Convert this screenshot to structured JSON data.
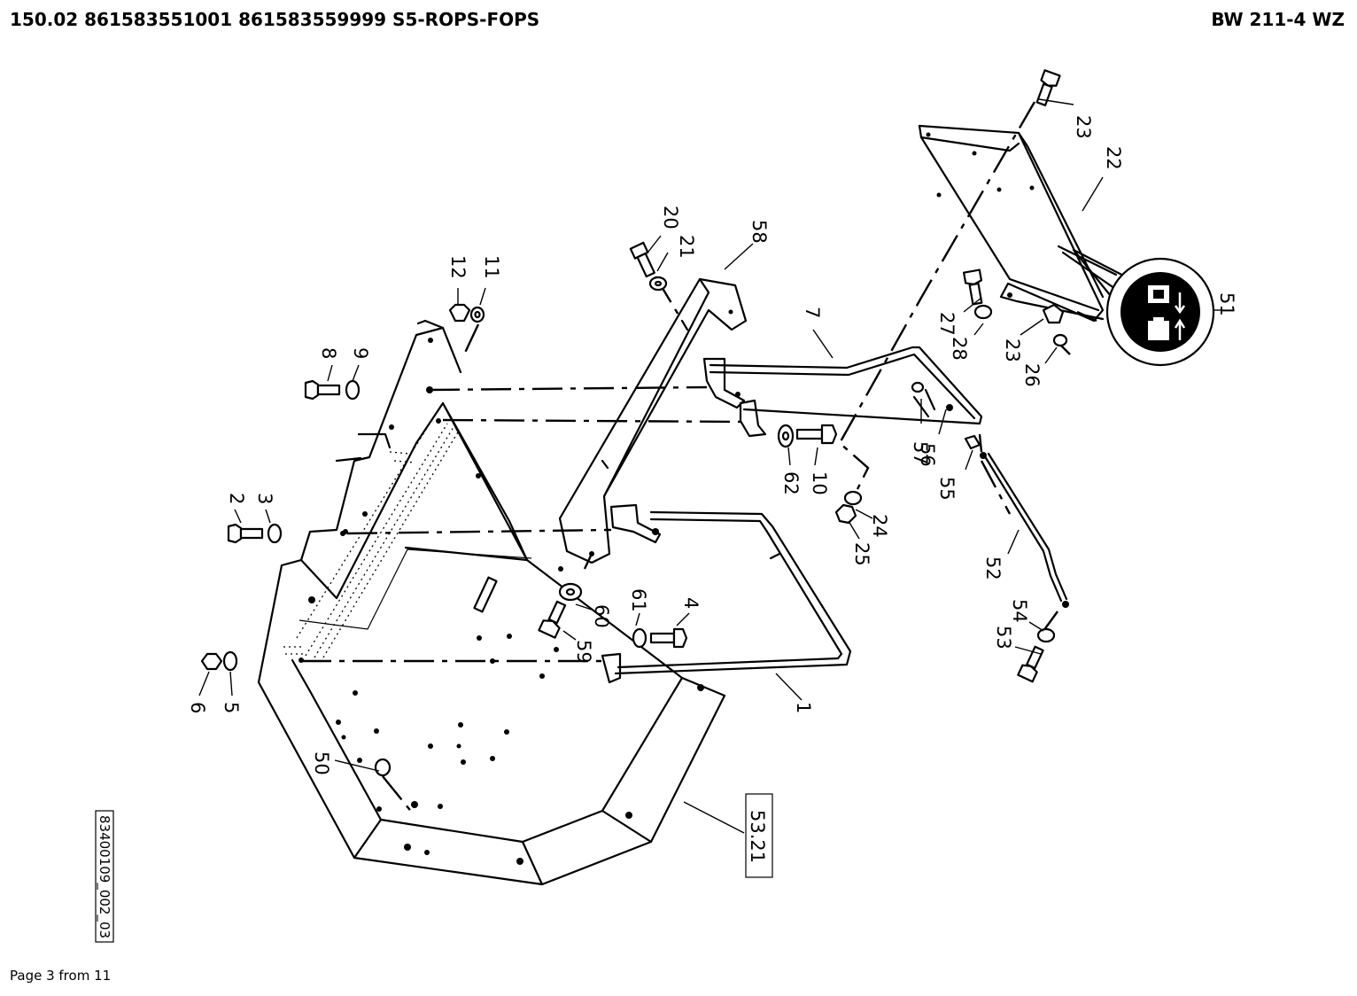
{
  "header": {
    "title": "150.02 861583551001 861583559999 S5-ROPS-FOPS",
    "model": "BW 211-4 WZ"
  },
  "footer": {
    "page": "Page 3 from 11"
  },
  "drawing": {
    "id": "83400109_002_03",
    "reference_box": "53.21",
    "callouts": [
      "1",
      "2",
      "3",
      "4",
      "5",
      "6",
      "7",
      "8",
      "9",
      "10",
      "11",
      "12",
      "20",
      "21",
      "22",
      "23",
      "23",
      "24",
      "25",
      "26",
      "27",
      "28",
      "50",
      "51",
      "52",
      "53",
      "54",
      "55",
      "56",
      "57",
      "58",
      "59",
      "60",
      "61",
      "62"
    ]
  }
}
